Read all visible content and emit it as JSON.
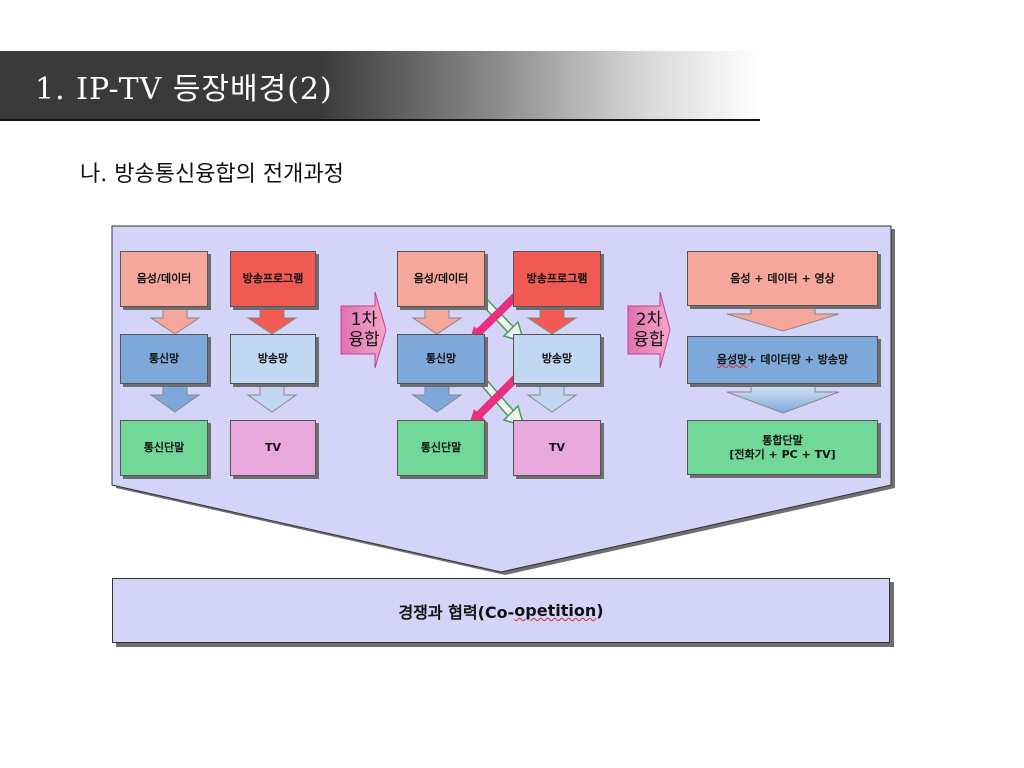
{
  "header": {
    "title": "1. IP-TV 등장배경(2)",
    "subtitle": "나. 방송통신융합의 전개과정"
  },
  "diagram": {
    "before": {
      "voice_data": "음성/데이터",
      "broadcast_program": "방송프로그램",
      "telecom_network": "통신망",
      "broadcast_network": "방송망",
      "telecom_terminal": "통신단말",
      "tv": "TV"
    },
    "stage1_label": "1차\n융합",
    "middle": {
      "voice_data": "음성/데이터",
      "broadcast_program": "방송프로그램",
      "telecom_network": "통신망",
      "broadcast_network": "방송망",
      "telecom_terminal": "통신단말",
      "tv": "TV"
    },
    "stage2_label": "2차\n융합",
    "after": {
      "content": "음성 + 데이터 + 영상",
      "network_prefix": "음성망",
      "network_rest": " + 데이터망 + 방송망",
      "terminal_line1": "통합단말",
      "terminal_line2": "[전화기 + PC + TV]"
    },
    "bottom": {
      "prefix": "경쟁과 협력(Co-",
      "squiggle": "opetition",
      "suffix": ")"
    }
  },
  "colors": {
    "panel_fill": "#d4d4f8",
    "salmon": "#f4a79a",
    "red": "#f05a52",
    "blue": "#7fa8da",
    "light_blue": "#c2d8f2",
    "green": "#72d89a",
    "pink": "#e8a8dc",
    "cross_arrow_magenta": "#e8307e",
    "cross_arrow_green": "#4a9a5a"
  }
}
